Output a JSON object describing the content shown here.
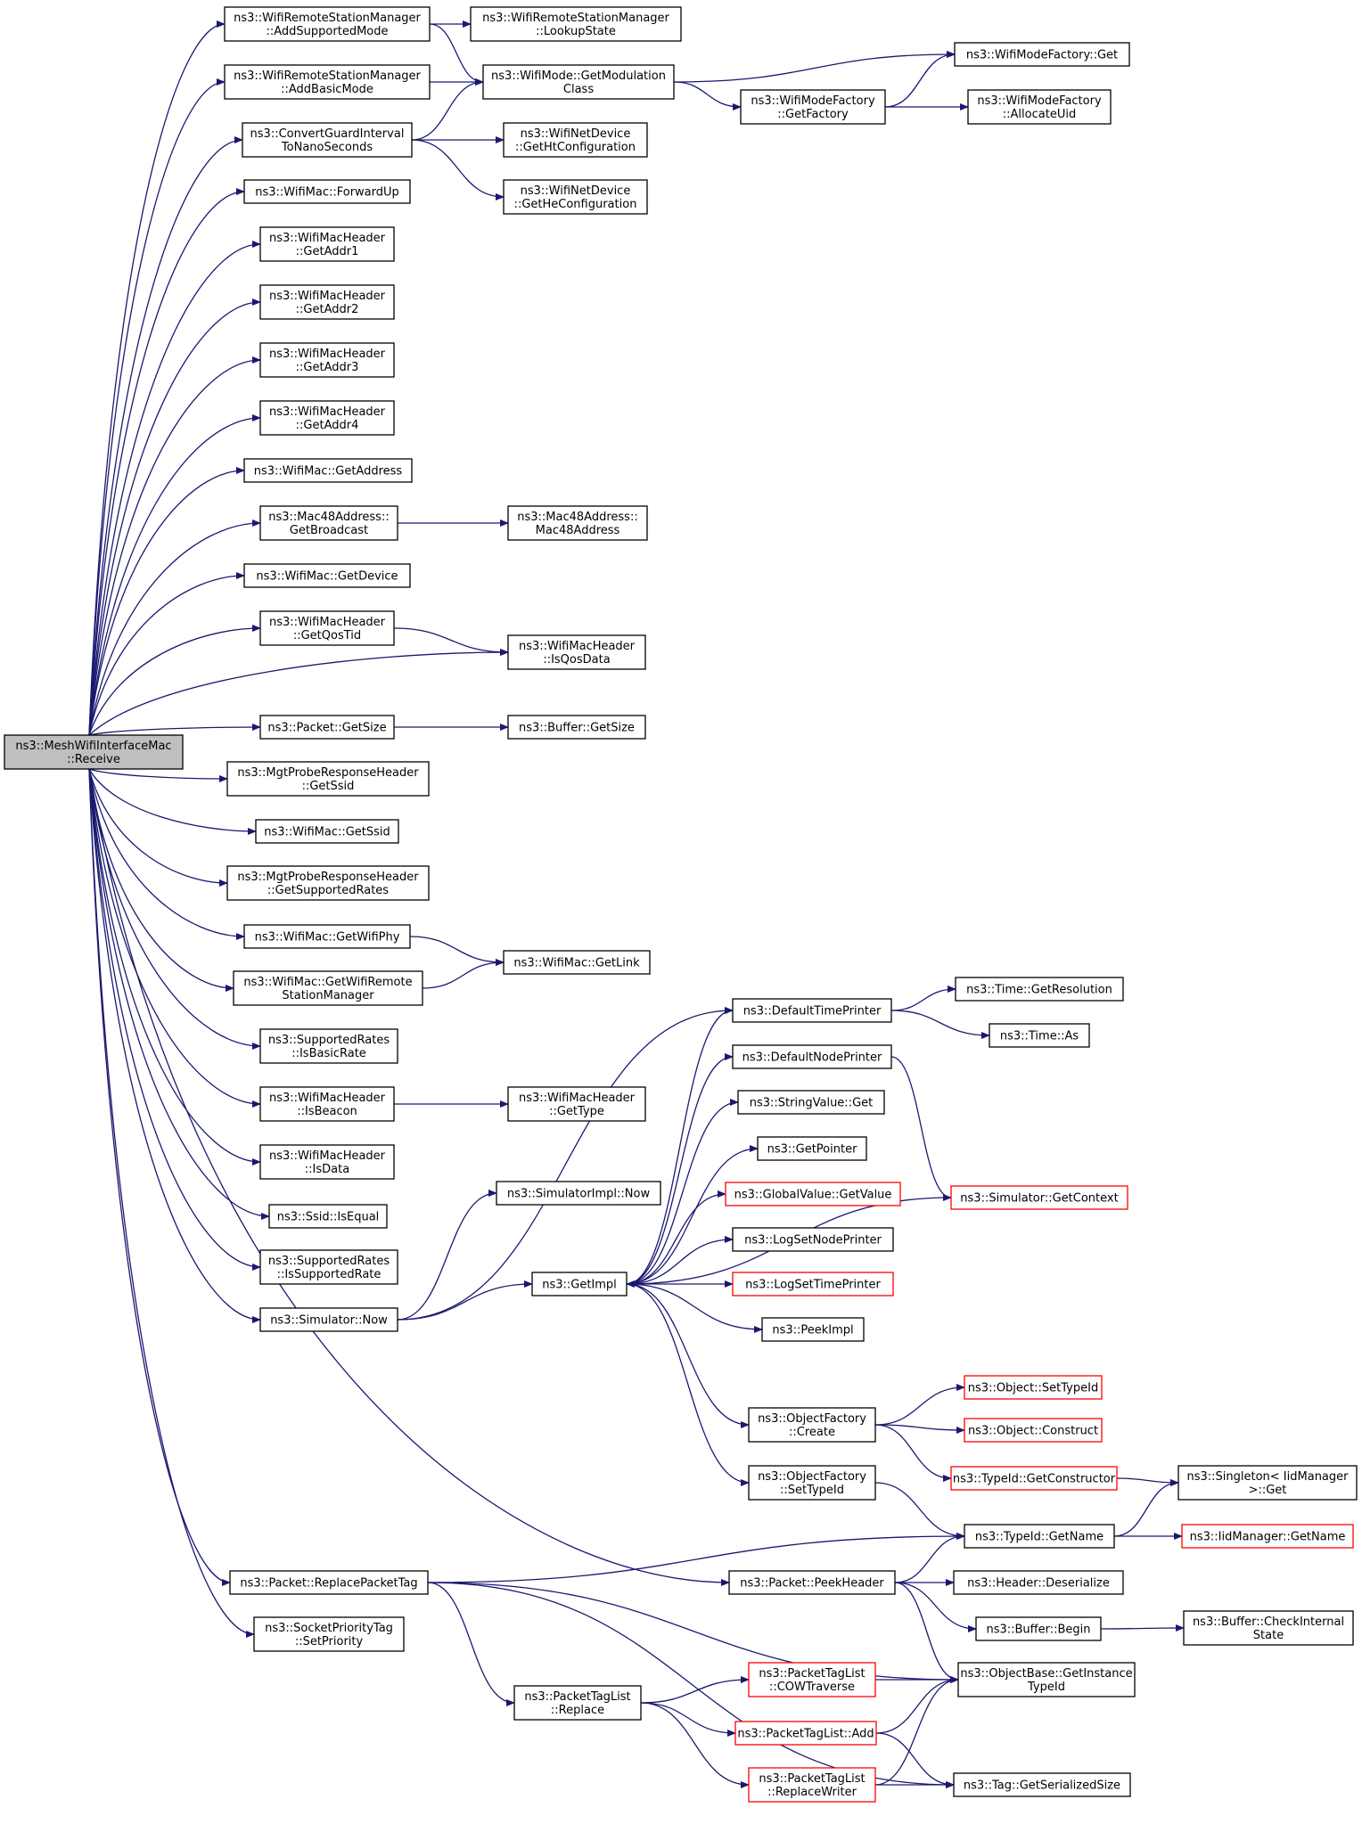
{
  "colors": {
    "edge": "#191970",
    "box_border": "#000000",
    "box_border_truncated": "#ff0000",
    "box_fill": "#ffffff",
    "root_fill": "#bfbfbf",
    "text": "#000000"
  },
  "nodes": [
    {
      "id": "root",
      "lines": [
        "ns3::MeshWifiInterfaceMac",
        "::Receive"
      ],
      "root": true
    },
    {
      "id": "addSupportedMode",
      "lines": [
        "ns3::WifiRemoteStationManager",
        "::AddSupportedMode"
      ]
    },
    {
      "id": "lookupState",
      "lines": [
        "ns3::WifiRemoteStationManager",
        "::LookupState"
      ]
    },
    {
      "id": "addBasicMode",
      "lines": [
        "ns3::WifiRemoteStationManager",
        "::AddBasicMode"
      ]
    },
    {
      "id": "getModulationClass",
      "lines": [
        "ns3::WifiMode::GetModulation",
        "Class"
      ]
    },
    {
      "id": "wifiModeFactoryGet",
      "lines": [
        "ns3::WifiModeFactory::Get"
      ]
    },
    {
      "id": "getFactory",
      "lines": [
        "ns3::WifiModeFactory",
        "::GetFactory"
      ]
    },
    {
      "id": "allocateUid",
      "lines": [
        "ns3::WifiModeFactory",
        "::AllocateUid"
      ]
    },
    {
      "id": "convertGuard",
      "lines": [
        "ns3::ConvertGuardInterval",
        "ToNanoSeconds"
      ]
    },
    {
      "id": "getHtConfig",
      "lines": [
        "ns3::WifiNetDevice",
        "::GetHtConfiguration"
      ]
    },
    {
      "id": "getHeConfig",
      "lines": [
        "ns3::WifiNetDevice",
        "::GetHeConfiguration"
      ]
    },
    {
      "id": "forwardUp",
      "lines": [
        "ns3::WifiMac::ForwardUp"
      ]
    },
    {
      "id": "getAddr1",
      "lines": [
        "ns3::WifiMacHeader",
        "::GetAddr1"
      ]
    },
    {
      "id": "getAddr2",
      "lines": [
        "ns3::WifiMacHeader",
        "::GetAddr2"
      ]
    },
    {
      "id": "getAddr3",
      "lines": [
        "ns3::WifiMacHeader",
        "::GetAddr3"
      ]
    },
    {
      "id": "getAddr4",
      "lines": [
        "ns3::WifiMacHeader",
        "::GetAddr4"
      ]
    },
    {
      "id": "getAddress",
      "lines": [
        "ns3::WifiMac::GetAddress"
      ]
    },
    {
      "id": "getBroadcast",
      "lines": [
        "ns3::Mac48Address::",
        "GetBroadcast"
      ]
    },
    {
      "id": "mac48Ctor",
      "lines": [
        "ns3::Mac48Address::",
        "Mac48Address"
      ]
    },
    {
      "id": "getDevice",
      "lines": [
        "ns3::WifiMac::GetDevice"
      ]
    },
    {
      "id": "getQosTid",
      "lines": [
        "ns3::WifiMacHeader",
        "::GetQosTid"
      ]
    },
    {
      "id": "isQosData",
      "lines": [
        "ns3::WifiMacHeader",
        "::IsQosData"
      ]
    },
    {
      "id": "getSize",
      "lines": [
        "ns3::Packet::GetSize"
      ]
    },
    {
      "id": "bufferGetSize",
      "lines": [
        "ns3::Buffer::GetSize"
      ]
    },
    {
      "id": "mgtGetSsid",
      "lines": [
        "ns3::MgtProbeResponseHeader",
        "::GetSsid"
      ]
    },
    {
      "id": "wifiMacGetSsid",
      "lines": [
        "ns3::WifiMac::GetSsid"
      ]
    },
    {
      "id": "mgtGetRates",
      "lines": [
        "ns3::MgtProbeResponseHeader",
        "::GetSupportedRates"
      ]
    },
    {
      "id": "getWifiPhy",
      "lines": [
        "ns3::WifiMac::GetWifiPhy"
      ]
    },
    {
      "id": "getLink",
      "lines": [
        "ns3::WifiMac::GetLink"
      ]
    },
    {
      "id": "getRsm",
      "lines": [
        "ns3::WifiMac::GetWifiRemote",
        "StationManager"
      ]
    },
    {
      "id": "defaultTimePrinter",
      "lines": [
        "ns3::DefaultTimePrinter"
      ]
    },
    {
      "id": "getResolution",
      "lines": [
        "ns3::Time::GetResolution"
      ]
    },
    {
      "id": "timeAs",
      "lines": [
        "ns3::Time::As"
      ]
    },
    {
      "id": "isBasicRate",
      "lines": [
        "ns3::SupportedRates",
        "::IsBasicRate"
      ]
    },
    {
      "id": "defaultNodePrinter",
      "lines": [
        "ns3::DefaultNodePrinter"
      ]
    },
    {
      "id": "isBeacon",
      "lines": [
        "ns3::WifiMacHeader",
        "::IsBeacon"
      ]
    },
    {
      "id": "getType",
      "lines": [
        "ns3::WifiMacHeader",
        "::GetType"
      ]
    },
    {
      "id": "stringValueGet",
      "lines": [
        "ns3::StringValue::Get"
      ]
    },
    {
      "id": "getPointer",
      "lines": [
        "ns3::GetPointer"
      ]
    },
    {
      "id": "isData",
      "lines": [
        "ns3::WifiMacHeader",
        "::IsData"
      ]
    },
    {
      "id": "globalGetValue",
      "lines": [
        "ns3::GlobalValue::GetValue"
      ],
      "truncated": true
    },
    {
      "id": "getContext",
      "lines": [
        "ns3::Simulator::GetContext"
      ],
      "truncated": true
    },
    {
      "id": "simImplNow",
      "lines": [
        "ns3::SimulatorImpl::Now"
      ]
    },
    {
      "id": "ssidIsEqual",
      "lines": [
        "ns3::Ssid::IsEqual"
      ]
    },
    {
      "id": "logSetNodePrinter",
      "lines": [
        "ns3::LogSetNodePrinter"
      ]
    },
    {
      "id": "isSupportedRate",
      "lines": [
        "ns3::SupportedRates",
        "::IsSupportedRate"
      ]
    },
    {
      "id": "getImpl",
      "lines": [
        "ns3::GetImpl"
      ]
    },
    {
      "id": "logSetTimePrinter",
      "lines": [
        "ns3::LogSetTimePrinter"
      ],
      "truncated": true
    },
    {
      "id": "simNow",
      "lines": [
        "ns3::Simulator::Now"
      ]
    },
    {
      "id": "peekImpl",
      "lines": [
        "ns3::PeekImpl"
      ]
    },
    {
      "id": "objSetTypeId",
      "lines": [
        "ns3::Object::SetTypeId"
      ],
      "truncated": true
    },
    {
      "id": "ofCreate",
      "lines": [
        "ns3::ObjectFactory",
        "::Create"
      ]
    },
    {
      "id": "objConstruct",
      "lines": [
        "ns3::Object::Construct"
      ],
      "truncated": true
    },
    {
      "id": "getConstructor",
      "lines": [
        "ns3::TypeId::GetConstructor"
      ],
      "truncated": true
    },
    {
      "id": "ofSetTypeId",
      "lines": [
        "ns3::ObjectFactory",
        "::SetTypeId"
      ]
    },
    {
      "id": "singletonGet",
      "lines": [
        "ns3::Singleton< IidManager",
        ">::Get"
      ]
    },
    {
      "id": "typeIdGetName",
      "lines": [
        "ns3::TypeId::GetName"
      ]
    },
    {
      "id": "iidGetName",
      "lines": [
        "ns3::IidManager::GetName"
      ],
      "truncated": true
    },
    {
      "id": "replacePacketTag",
      "lines": [
        "ns3::Packet::ReplacePacketTag"
      ]
    },
    {
      "id": "peekHeader",
      "lines": [
        "ns3::Packet::PeekHeader"
      ]
    },
    {
      "id": "deserialize",
      "lines": [
        "ns3::Header::Deserialize"
      ]
    },
    {
      "id": "bufferBegin",
      "lines": [
        "ns3::Buffer::Begin"
      ]
    },
    {
      "id": "checkInternalState",
      "lines": [
        "ns3::Buffer::CheckInternal",
        "State"
      ]
    },
    {
      "id": "setPriority",
      "lines": [
        "ns3::SocketPriorityTag",
        "::SetPriority"
      ]
    },
    {
      "id": "cowTraverse",
      "lines": [
        "ns3::PacketTagList",
        "::COWTraverse"
      ],
      "truncated": true
    },
    {
      "id": "getInstanceTypeId",
      "lines": [
        "ns3::ObjectBase::GetInstance",
        "TypeId"
      ]
    },
    {
      "id": "ptlReplace",
      "lines": [
        "ns3::PacketTagList",
        "::Replace"
      ]
    },
    {
      "id": "ptlAdd",
      "lines": [
        "ns3::PacketTagList::Add"
      ],
      "truncated": true
    },
    {
      "id": "replaceWriter",
      "lines": [
        "ns3::PacketTagList",
        "::ReplaceWriter"
      ],
      "truncated": true
    },
    {
      "id": "getSerializedSize",
      "lines": [
        "ns3::Tag::GetSerializedSize"
      ]
    }
  ],
  "edges": [
    [
      "root",
      "addSupportedMode"
    ],
    [
      "root",
      "addBasicMode"
    ],
    [
      "root",
      "convertGuard"
    ],
    [
      "root",
      "forwardUp"
    ],
    [
      "root",
      "getAddr1"
    ],
    [
      "root",
      "getAddr2"
    ],
    [
      "root",
      "getAddr3"
    ],
    [
      "root",
      "getAddr4"
    ],
    [
      "root",
      "getAddress"
    ],
    [
      "root",
      "getBroadcast"
    ],
    [
      "root",
      "getDevice"
    ],
    [
      "root",
      "getQosTid"
    ],
    [
      "root",
      "isQosData"
    ],
    [
      "root",
      "getSize"
    ],
    [
      "root",
      "mgtGetSsid"
    ],
    [
      "root",
      "wifiMacGetSsid"
    ],
    [
      "root",
      "mgtGetRates"
    ],
    [
      "root",
      "getWifiPhy"
    ],
    [
      "root",
      "getRsm"
    ],
    [
      "root",
      "isBasicRate"
    ],
    [
      "root",
      "isBeacon"
    ],
    [
      "root",
      "isData"
    ],
    [
      "root",
      "ssidIsEqual"
    ],
    [
      "root",
      "isSupportedRate"
    ],
    [
      "root",
      "simNow"
    ],
    [
      "root",
      "replacePacketTag"
    ],
    [
      "root",
      "peekHeader"
    ],
    [
      "root",
      "setPriority"
    ],
    [
      "addSupportedMode",
      "lookupState"
    ],
    [
      "addSupportedMode",
      "getModulationClass"
    ],
    [
      "addBasicMode",
      "getModulationClass"
    ],
    [
      "getModulationClass",
      "wifiModeFactoryGet"
    ],
    [
      "getModulationClass",
      "getFactory"
    ],
    [
      "getFactory",
      "wifiModeFactoryGet"
    ],
    [
      "getFactory",
      "allocateUid"
    ],
    [
      "convertGuard",
      "getModulationClass"
    ],
    [
      "convertGuard",
      "getHtConfig"
    ],
    [
      "convertGuard",
      "getHeConfig"
    ],
    [
      "getBroadcast",
      "mac48Ctor"
    ],
    [
      "getQosTid",
      "isQosData"
    ],
    [
      "getSize",
      "bufferGetSize"
    ],
    [
      "getWifiPhy",
      "getLink"
    ],
    [
      "getRsm",
      "getLink"
    ],
    [
      "isBeacon",
      "getType"
    ],
    [
      "simNow",
      "simImplNow"
    ],
    [
      "simNow",
      "defaultTimePrinter"
    ],
    [
      "simNow",
      "getImpl"
    ],
    [
      "defaultTimePrinter",
      "getResolution"
    ],
    [
      "defaultTimePrinter",
      "timeAs"
    ],
    [
      "defaultNodePrinter",
      "getContext"
    ],
    [
      "getContext",
      "getImpl"
    ],
    [
      "getImpl",
      "defaultTimePrinter"
    ],
    [
      "getImpl",
      "defaultNodePrinter"
    ],
    [
      "getImpl",
      "stringValueGet"
    ],
    [
      "getImpl",
      "getPointer"
    ],
    [
      "getImpl",
      "globalGetValue"
    ],
    [
      "getImpl",
      "logSetNodePrinter"
    ],
    [
      "getImpl",
      "logSetTimePrinter"
    ],
    [
      "getImpl",
      "peekImpl"
    ],
    [
      "getImpl",
      "ofCreate"
    ],
    [
      "getImpl",
      "ofSetTypeId"
    ],
    [
      "ofCreate",
      "objSetTypeId"
    ],
    [
      "ofCreate",
      "objConstruct"
    ],
    [
      "ofCreate",
      "getConstructor"
    ],
    [
      "getConstructor",
      "singletonGet"
    ],
    [
      "ofSetTypeId",
      "typeIdGetName"
    ],
    [
      "typeIdGetName",
      "singletonGet"
    ],
    [
      "typeIdGetName",
      "iidGetName"
    ],
    [
      "replacePacketTag",
      "typeIdGetName"
    ],
    [
      "replacePacketTag",
      "getInstanceTypeId"
    ],
    [
      "replacePacketTag",
      "ptlReplace"
    ],
    [
      "replacePacketTag",
      "getSerializedSize"
    ],
    [
      "peekHeader",
      "typeIdGetName"
    ],
    [
      "peekHeader",
      "deserialize"
    ],
    [
      "peekHeader",
      "bufferBegin"
    ],
    [
      "peekHeader",
      "getInstanceTypeId"
    ],
    [
      "bufferBegin",
      "checkInternalState"
    ],
    [
      "ptlReplace",
      "cowTraverse"
    ],
    [
      "ptlReplace",
      "ptlAdd"
    ],
    [
      "ptlReplace",
      "replaceWriter"
    ],
    [
      "cowTraverse",
      "getInstanceTypeId"
    ],
    [
      "ptlAdd",
      "getInstanceTypeId"
    ],
    [
      "ptlAdd",
      "getSerializedSize"
    ],
    [
      "replaceWriter",
      "getInstanceTypeId"
    ],
    [
      "replaceWriter",
      "getSerializedSize"
    ]
  ]
}
